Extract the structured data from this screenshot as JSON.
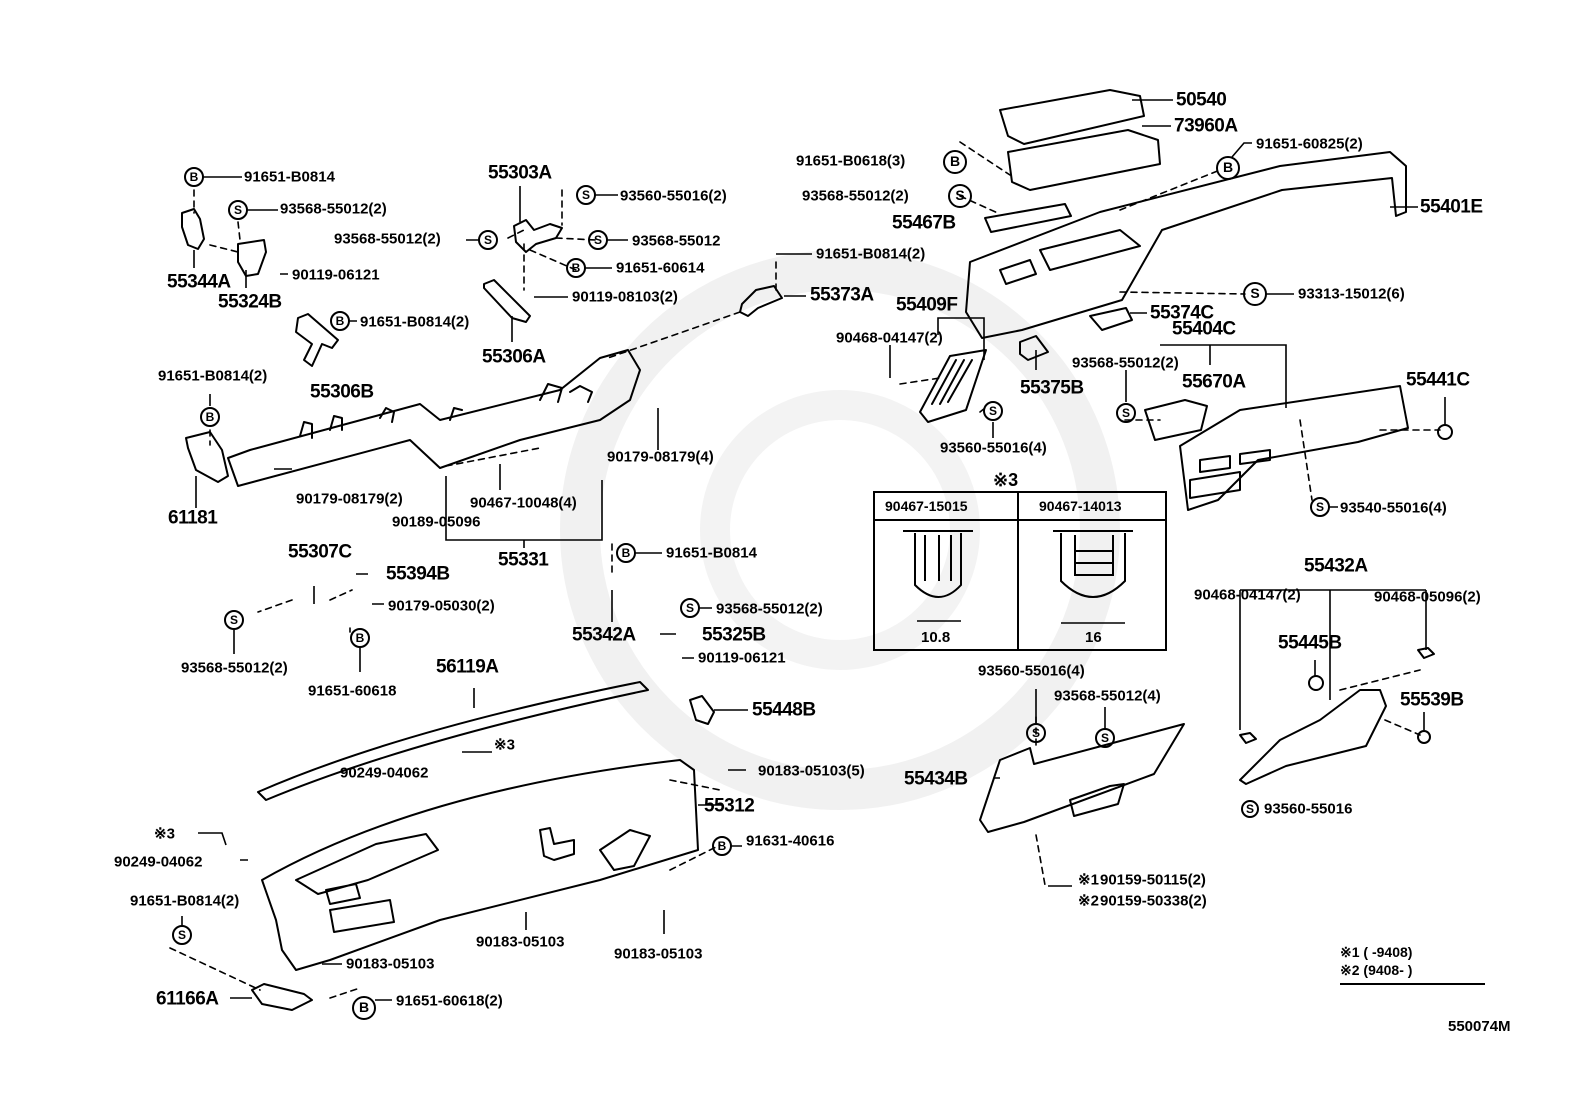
{
  "diagram": {
    "reference_code": "550074M",
    "symbols": {
      "bolt": "B",
      "screw": "S",
      "note_mark": "※"
    },
    "labels": {
      "p91651_B0814_a": "91651-B0814",
      "p93568_55012_a": "93568-55012(2)",
      "p55344A": "55344A",
      "p55324B": "55324B",
      "p90119_06121_a": "90119-06121",
      "p91651_B0814_b": "91651-B0814(2)",
      "p55306B": "55306B",
      "p55303A": "55303A",
      "p93560_55016_a": "93560-55016(2)",
      "p93568_55012_b": "93568-55012(2)",
      "p93568_55012_c": "93568-55012",
      "p91651_60614": "91651-60614",
      "p90119_08103": "90119-08103(2)",
      "p55306A": "55306A",
      "p91651_B0814_c": "91651-B0814(2)",
      "p55373A": "55373A",
      "p91651_B0814_d": "91651-B0814(2)",
      "p61181": "61181",
      "p90179_08179_a": "90179-08179(2)",
      "p90189_05096": "90189-05096",
      "p90467_10048": "90467-10048(4)",
      "p55331": "55331",
      "p90179_08179_b": "90179-08179(4)",
      "p50540": "50540",
      "p73960A": "73960A",
      "p91651_B0618": "91651-B0618(3)",
      "p91651_60825": "91651-60825(2)",
      "p93568_55012_d": "93568-55012(2)",
      "p55467B": "55467B",
      "p55401E": "55401E",
      "p93313_15012": "93313-15012(6)",
      "p55374C": "55374C",
      "p55409F": "55409F",
      "p90468_04147_a": "90468-04147(2)",
      "p55375B": "55375B",
      "p55404C": "55404C",
      "p93568_55012_e": "93568-55012(2)",
      "p55670A": "55670A",
      "p55441C": "55441C",
      "p93560_55016_b": "93560-55016(4)",
      "p93540_55016": "93540-55016(4)",
      "p55307C": "55307C",
      "p55394B": "55394B",
      "p90179_05030": "90179-05030(2)",
      "p93568_55012_f": "93568-55012(2)",
      "p91651_60618": "91651-60618",
      "p91651_B0814_e": "91651-B0814",
      "p55342A": "55342A",
      "p93568_55012_g": "93568-55012(2)",
      "p55325B": "55325B",
      "p90119_06121_b": "90119-06121",
      "p56119A": "56119A",
      "p55448B": "55448B",
      "p90249_04062_a": "90249-04062",
      "p90183_05103_a": "90183-05103(5)",
      "p55312": "55312",
      "p91631_40616": "91631-40616",
      "p90249_04062_b": "90249-04062",
      "p91651_B0814_f": "91651-B0814(2)",
      "p90183_05103_b": "90183-05103",
      "p90183_05103_c": "90183-05103",
      "p90183_05103_d": "90183-05103",
      "p61166A": "61166A",
      "p91651_60618_b": "91651-60618(2)",
      "p93560_55016_c": "93560-55016(4)",
      "p93568_55012_h": "93568-55012(4)",
      "p55434B": "55434B",
      "p90159_50115": "90159-50115(2)",
      "p90159_50338": "90159-50338(2)",
      "p55432A": "55432A",
      "p90468_04147_b": "90468-04147(2)",
      "p90468_05096": "90468-05096(2)",
      "p55445B": "55445B",
      "p55539B": "55539B",
      "p93560_55016_d": "93560-55016",
      "note3_a": "※3",
      "note3_b": "※3",
      "note1_mark": "※1",
      "note2_mark": "※2"
    },
    "clip_table": {
      "title": "※3",
      "columns": [
        {
          "part": "90467-15015",
          "dimension": "10.8"
        },
        {
          "part": "90467-14013",
          "dimension": "16"
        }
      ]
    },
    "footnote": {
      "row1": "※1 (     -9408)",
      "row2": "※2 (9408-     )"
    }
  }
}
